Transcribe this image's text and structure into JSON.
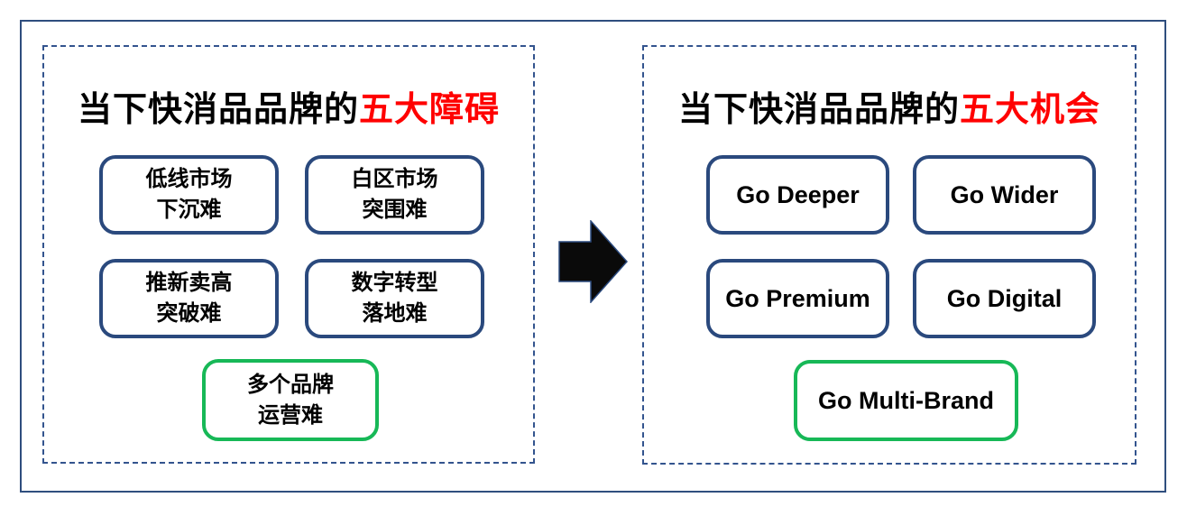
{
  "left_panel": {
    "title": {
      "prefix": "当下快消品品牌的",
      "highlight": "五大障碍"
    },
    "boxes": [
      {
        "label": "低线市场\n下沉难",
        "style": "blue"
      },
      {
        "label": "白区市场\n突围难",
        "style": "blue"
      },
      {
        "label": "推新卖高\n突破难",
        "style": "blue"
      },
      {
        "label": "数字转型\n落地难",
        "style": "blue"
      },
      {
        "label": "多个品牌\n运营难",
        "style": "green"
      }
    ]
  },
  "right_panel": {
    "title": {
      "prefix": "当下快消品品牌的",
      "highlight": "五大机会"
    },
    "boxes": [
      {
        "label": "Go Deeper",
        "style": "blue"
      },
      {
        "label": "Go Wider",
        "style": "blue"
      },
      {
        "label": "Go Premium",
        "style": "blue"
      },
      {
        "label": "Go Digital",
        "style": "blue"
      },
      {
        "label": "Go Multi-Brand",
        "style": "green"
      }
    ]
  },
  "arrow": {
    "direction": "right"
  },
  "colors": {
    "box_border_blue": "#2A497D",
    "box_border_green": "#17B857",
    "title_highlight_red": "#FF0000",
    "dashed_border": "#33548E",
    "outer_frame": "#2F4E7E",
    "arrow_fill": "#0A0A0A",
    "text": "#000000",
    "background": "#FFFFFF"
  }
}
